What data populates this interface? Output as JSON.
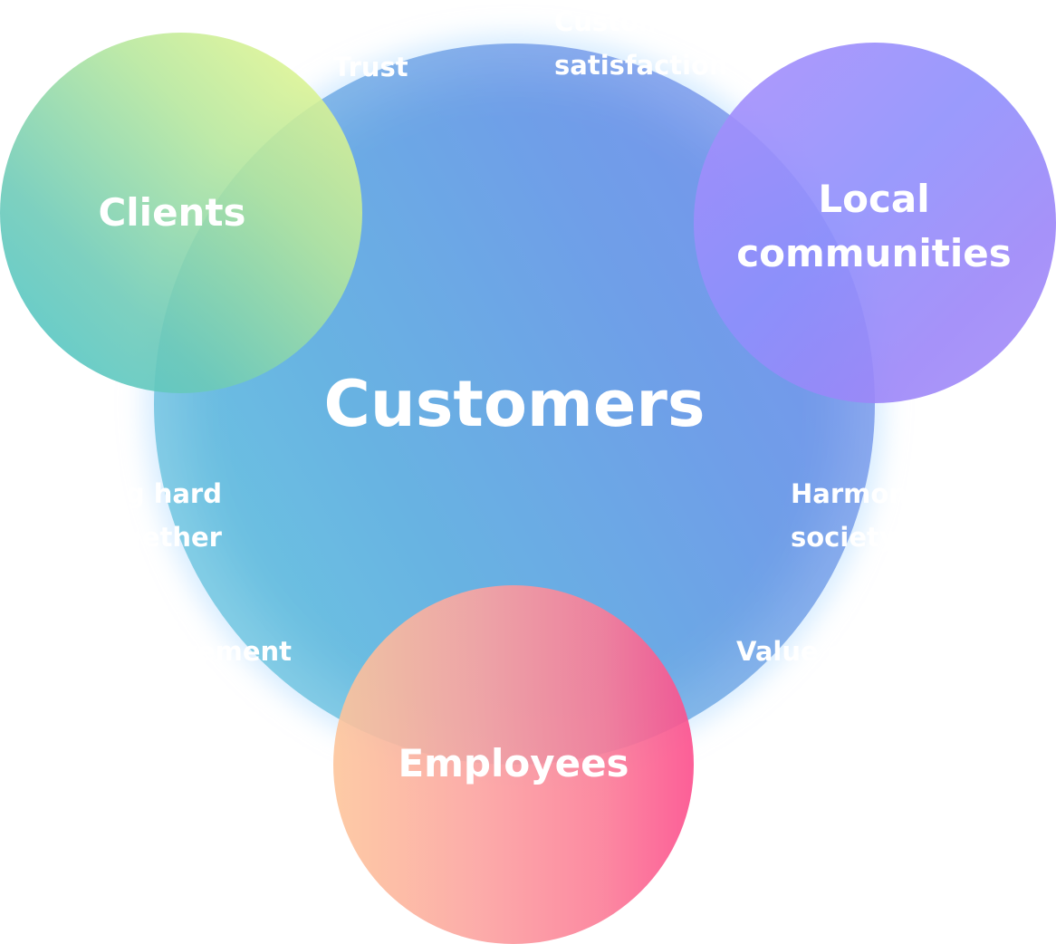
{
  "diagram": {
    "center": {
      "label": "Customers",
      "color": "#6fa8e6"
    },
    "stakeholders": [
      {
        "id": "clients",
        "label": "Clients",
        "color": "#9fde9f"
      },
      {
        "id": "local",
        "label_line1": "Local",
        "label_line2": "communities",
        "color": "#9a8cfa"
      },
      {
        "id": "employees",
        "label": "Employees",
        "color": "#fc8a99"
      }
    ],
    "values": {
      "trust": "Trust",
      "satisfaction_line1": "Customer",
      "satisfaction_line2": "satisfaction",
      "working_line1": "Working hard",
      "working_line2": "together",
      "self": "Self-improvement",
      "harmony_line1": "Harmony with",
      "harmony_line2": "society",
      "value": "Value creation"
    }
  }
}
